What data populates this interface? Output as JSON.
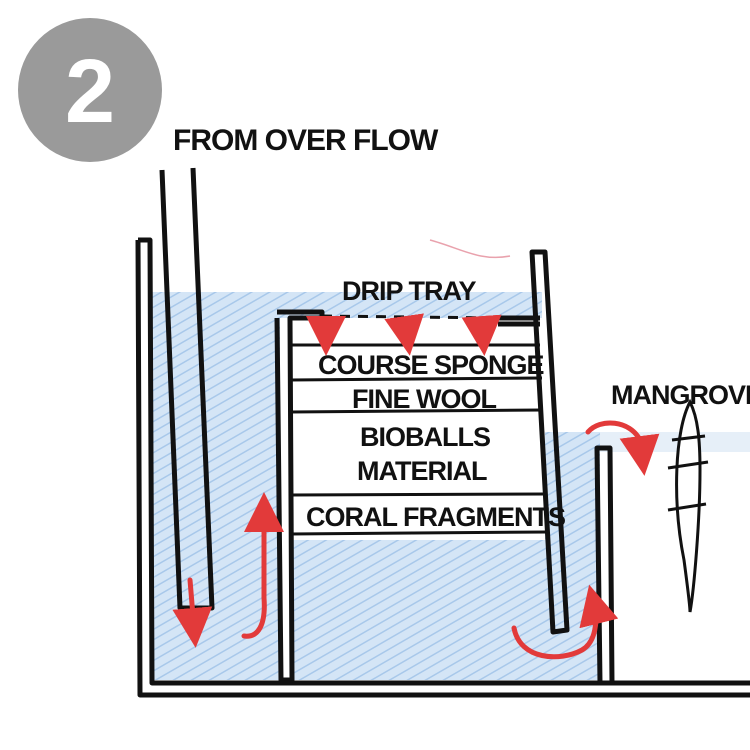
{
  "step": {
    "number": "2"
  },
  "labels": {
    "from_overflow": "FROM OVER FLOW",
    "drip_tray": "DRIP TRAY",
    "course_sponge": "COURSE SPONGE",
    "fine_wool": "FINE WOOL",
    "bioballs": "BIOBALLS",
    "material": "MATERIAL",
    "coral_fragments": "CORAL FRAGMENTS",
    "mangrove": "MANGROVE"
  },
  "colors": {
    "badge": "#9a9a9a",
    "water": "#cfe2f5",
    "water_hatch": "#9fc2e6",
    "ink": "#111111",
    "arrow": "#e23a3a"
  }
}
